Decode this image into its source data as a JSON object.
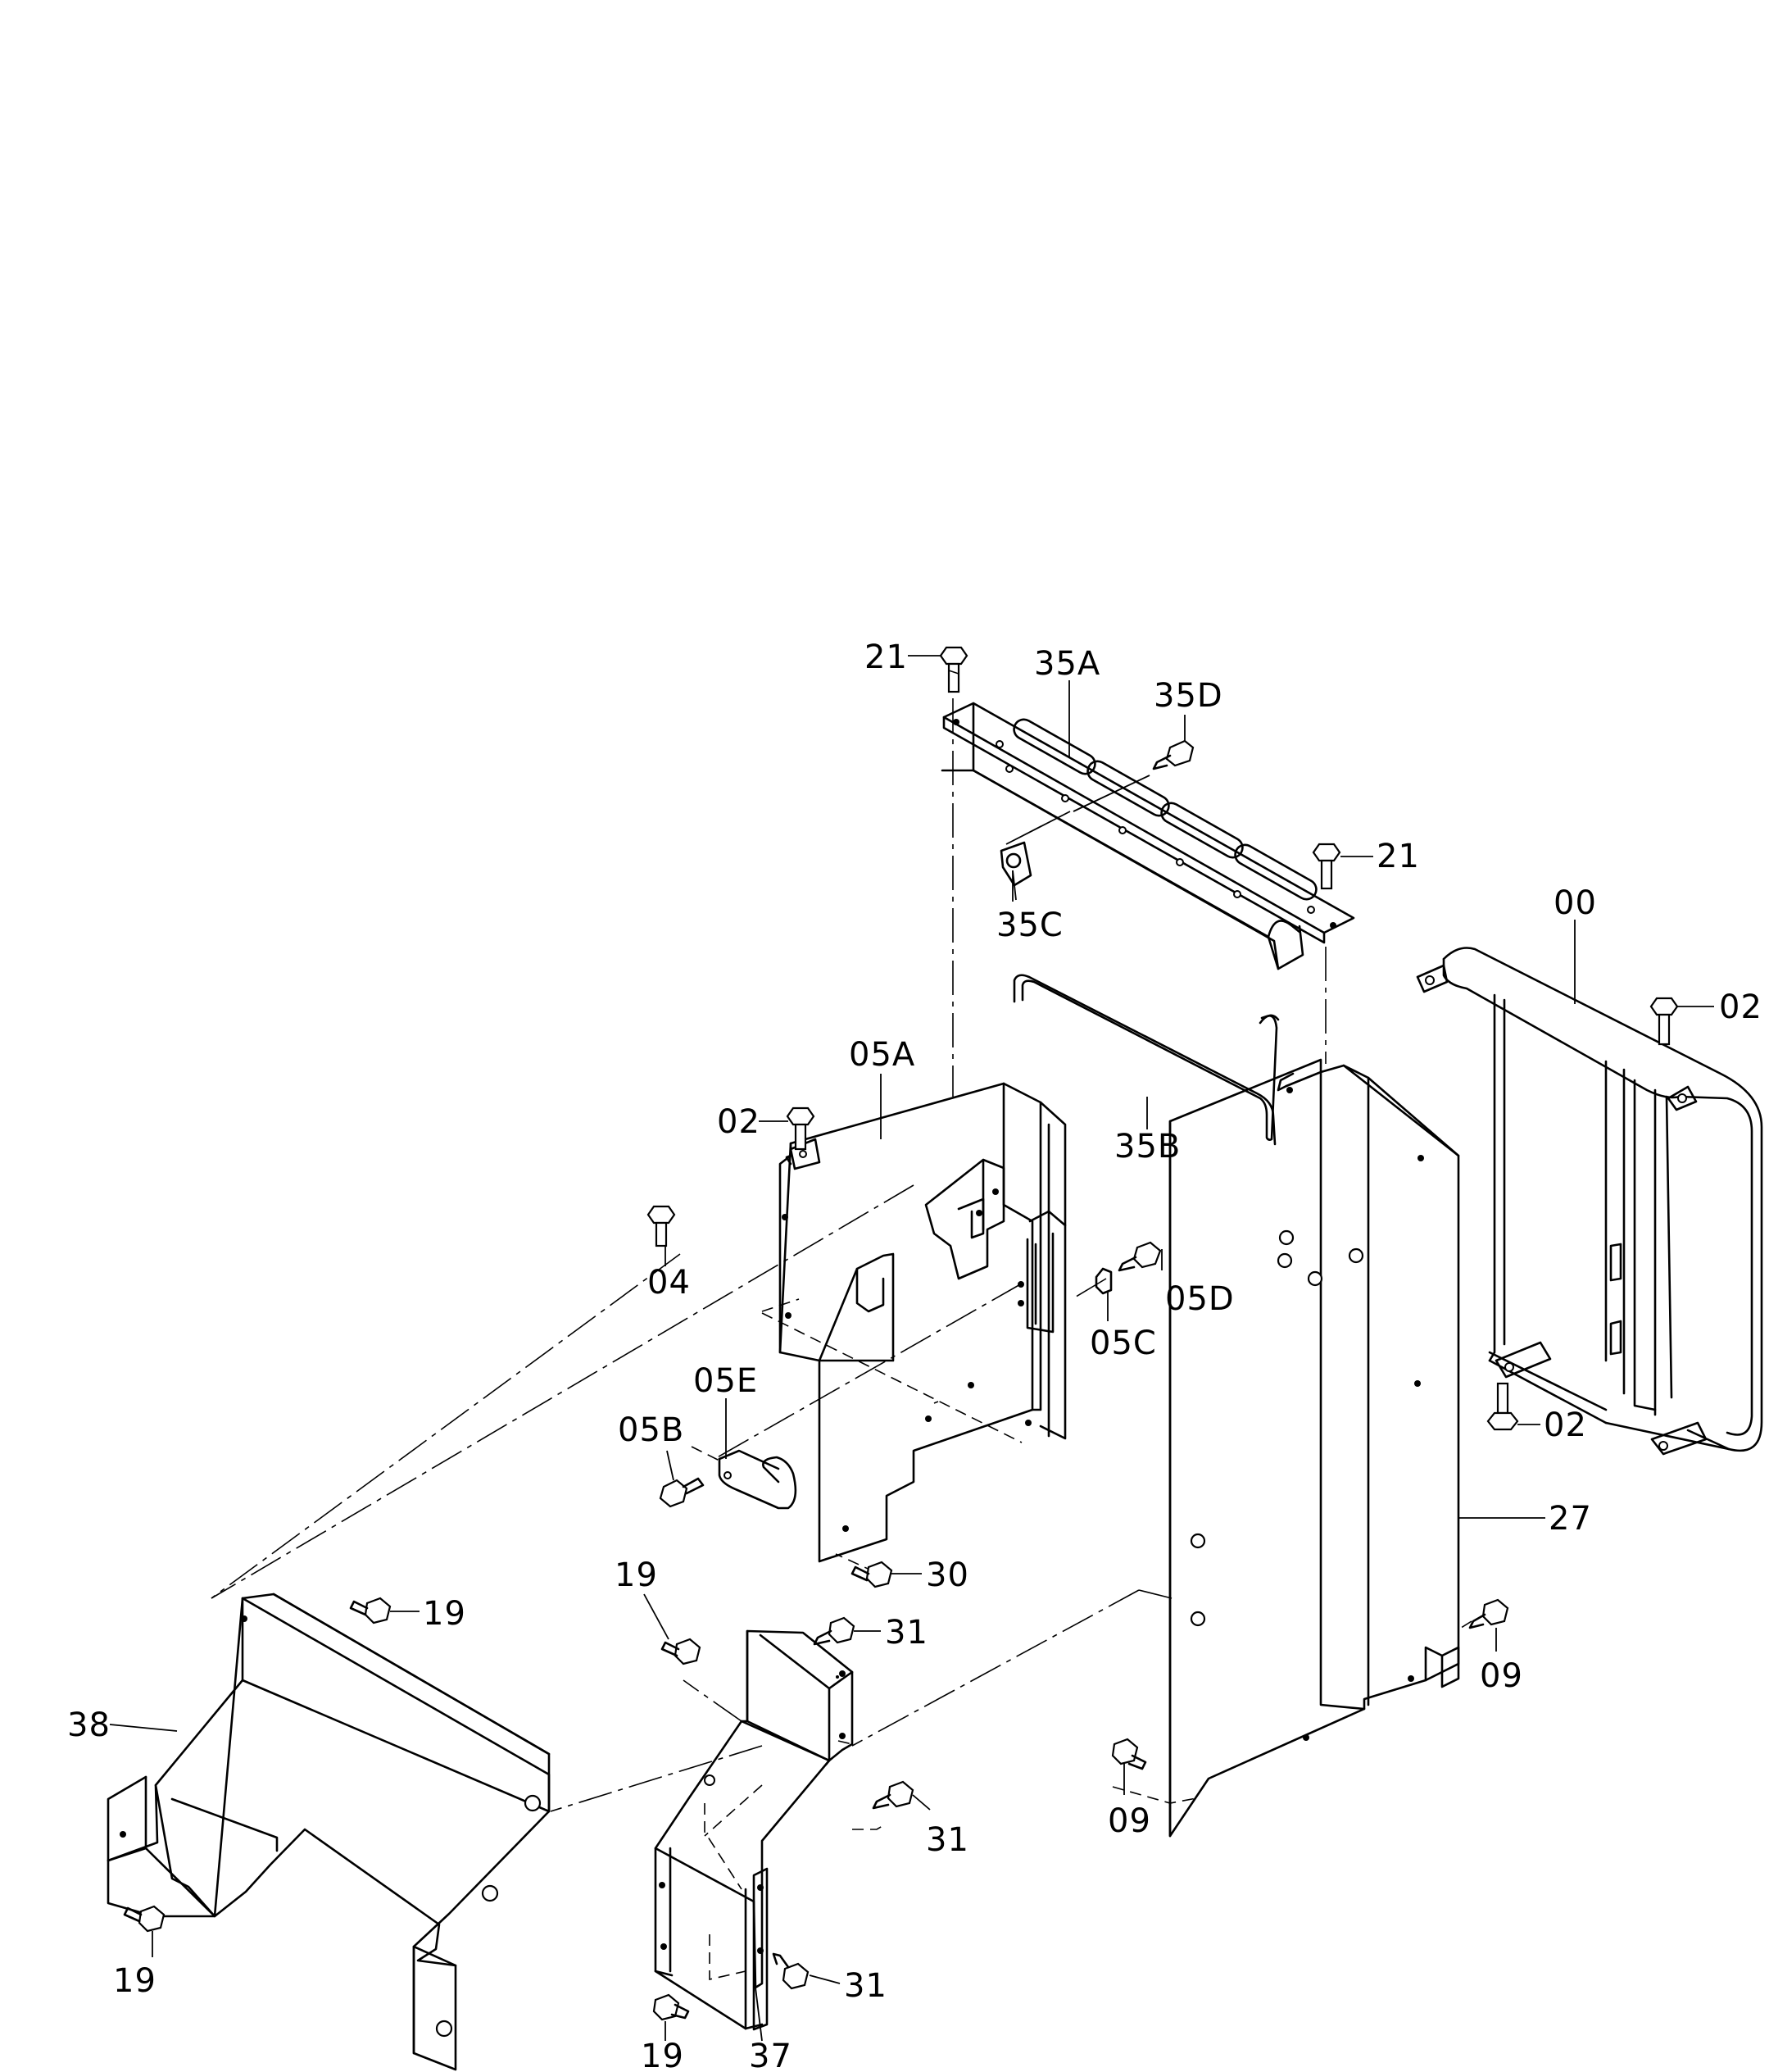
{
  "diagram": {
    "callouts": {
      "p21_top": "21",
      "p35A": "35A",
      "p35D": "35D",
      "p21_right": "21",
      "p35C": "35C",
      "p00": "00",
      "p02_right": "02",
      "p05A": "05A",
      "p35B": "35B",
      "p02_left": "02",
      "p04": "04",
      "p05D": "05D",
      "p05C": "05C",
      "p05E": "05E",
      "p05B": "05B",
      "p02_lower": "02",
      "p27": "27",
      "p30": "30",
      "p19_top": "19",
      "p19_mid": "19",
      "p31_top": "31",
      "p09_right": "09",
      "p38": "38",
      "p09_left": "09",
      "p31_mid": "31",
      "p19_left": "19",
      "p31_low": "31",
      "p19_bottom": "19",
      "p37": "37"
    }
  }
}
